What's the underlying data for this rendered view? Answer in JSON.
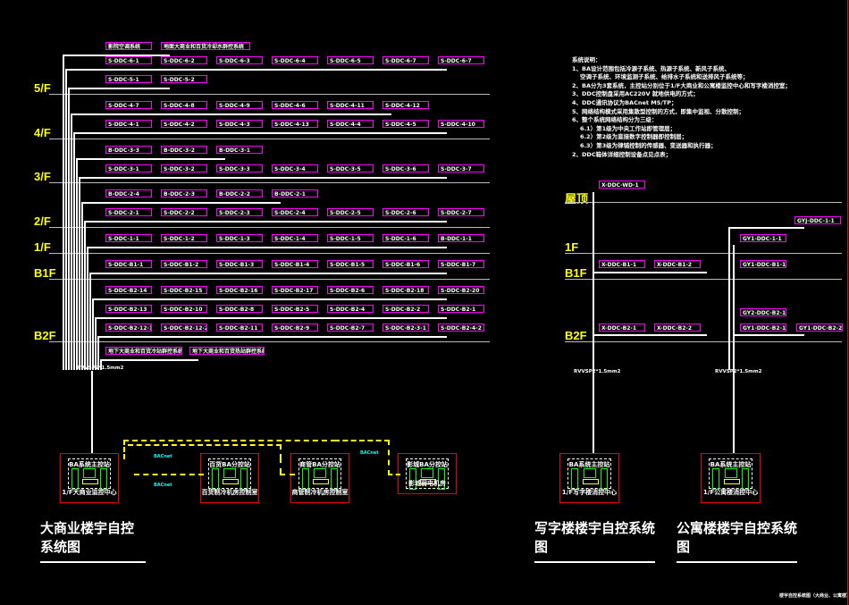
{
  "floors_left": [
    "5/F",
    "4/F",
    "3/F",
    "2/F",
    "1/F",
    "B1F",
    "B2F"
  ],
  "rows_left": [
    [
      "影院空调系统",
      "地面大商业和百货冷却水群控系统"
    ],
    [
      "S-DDC-6-1",
      "S-DDC-6-2",
      "S-DDC-6-3",
      "S-DDC-6-4",
      "S-DDC-6-5",
      "S-DDC-6-7",
      "S-DDC-6-7"
    ],
    [
      "S-DDC-5-1",
      "S-DDC-5-2"
    ],
    [
      "S-DDC-4-7",
      "S-DDC-4-8",
      "S-DDC-4-9",
      "S-DDC-4-6",
      "S-DDC-4-11",
      "S-DDC-4-12"
    ],
    [
      "S-DDC-4-1",
      "S-DDC-4-2",
      "S-DDC-4-3",
      "S-DDC-4-13",
      "S-DDC-4-4",
      "S-DDC-4-5",
      "S-DDC-4-10"
    ],
    [
      "B-DDC-3-3",
      "B-DDC-3-2",
      "B-DDC-3-1"
    ],
    [
      "S-DDC-3-1",
      "S-DDC-3-2",
      "S-DDC-3-3",
      "S-DDC-3-4",
      "S-DDC-3-5",
      "S-DDC-3-6",
      "S-DDC-3-7"
    ],
    [
      "B-DDC-2-4",
      "B-DDC-2-3",
      "B-DDC-2-2",
      "B-DDC-2-1"
    ],
    [
      "S-DDC-2-1",
      "S-DDC-2-2",
      "S-DDC-2-3",
      "S-DDC-2-4",
      "S-DDC-2-5",
      "S-DDC-2-6",
      "S-DDC-2-7"
    ],
    [
      "S-DDC-1-1",
      "S-DDC-1-2",
      "S-DDC-1-3",
      "S-DDC-1-4",
      "S-DDC-1-5",
      "S-DDC-1-6",
      "B-DDC-1-1"
    ],
    [
      "S-DDC-B1-1",
      "S-DDC-B1-2",
      "S-DDC-B1-3",
      "S-DDC-B1-4",
      "S-DDC-B1-5",
      "S-DDC-B1-6",
      "S-DDC-B1-7"
    ],
    [
      "S-DDC-B2-14",
      "S-DDC-B2-15",
      "S-DDC-B2-16",
      "S-DDC-B2-17",
      "S-DDC-B2-6",
      "S-DDC-B2-18",
      "S-DDC-B2-20"
    ],
    [
      "S-DDC-B2-13",
      "S-DDC-B2-10",
      "S-DDC-B2-8",
      "S-DDC-B2-5",
      "S-DDC-B2-4",
      "S-DDC-B2-2",
      "S-DDC-B2-1"
    ],
    [
      "S-DDC-B2-12-1",
      "S-DDC-B2-12-2",
      "S-DDC-B2-11",
      "S-DDC-B2-9",
      "S-DDC-B2-7",
      "S-DDC-B2-3-1",
      "S-DDC-B2-4-2"
    ],
    [
      "地下大商业和百货冷站群控系统",
      "地下大商业和百货热站群控系统"
    ]
  ],
  "cable_label": "RVVSP2*1.5mm2",
  "stations_left": [
    {
      "title": "BA系统主控站",
      "sub": "1/F大商业监控中心"
    },
    {
      "title": "百货BA分控站",
      "sub": "百货制冷机房控制室"
    },
    {
      "title": "商管BA分控站",
      "sub": "商管制冷机房控制室"
    },
    {
      "title": "影城BA分控站",
      "sub": "影城弱电机房"
    }
  ],
  "title_left": "大商业楼宇自控系统图",
  "notes": [
    "系统说明：",
    "1、BA设计范围包括冷源子系统、热源子系统、新风子系统、",
    "    空调子系统、环境监测子系统、给排水子系统和送排风子系统等；",
    "2、BA分为3套系统，主控站分别位于1/F大商业和公寓楼监控中心和写字楼消控室；",
    "3、DDC控制盘采用AC220V 就地供电的方式；",
    "4、DDC通讯协议为BACnet MS/TP；",
    "5、网络结构模式采用集散型控制的方式，即集中监视、分散控制；",
    "6、整个系统网络结构分为三级：",
    "    6.1）第1级为中央工作站即管理层；",
    "    6.2）第2级为直接数字控制器即控制层；",
    "    6.3）第3级为律铺控制的传感器、变送器和执行器；",
    "2、DDC箱体详细控制设备点见点表；"
  ],
  "floors_right": [
    "屋顶",
    "1F",
    "B1F",
    "B2F"
  ],
  "office_boxes": [
    "X-DDC-WD-1",
    "X-DDC-B1-1",
    "X-DDC-B1-2",
    "X-DDC-B2-1",
    "X-DDC-B2-2"
  ],
  "apt_boxes": [
    "GYJ-DDC-1-1",
    "GY1-DDC-1-1",
    "GY1-DDC-B1-1",
    "GY2-DDC-B2-1",
    "GY1-DDC-B2-1",
    "GY1-DDC-B2-2"
  ],
  "stations_right": [
    {
      "title": "BA系统主控站",
      "sub": "1/F写字楼消控中心"
    },
    {
      "title": "BA系统主控站",
      "sub": "1/F公寓楼消控中心"
    }
  ],
  "title_office": "写字楼楼宇自控系统图",
  "title_apt": "公寓楼楼宇自控系统图",
  "footer": "楼宇自控系统图（大商业、公寓楼）"
}
